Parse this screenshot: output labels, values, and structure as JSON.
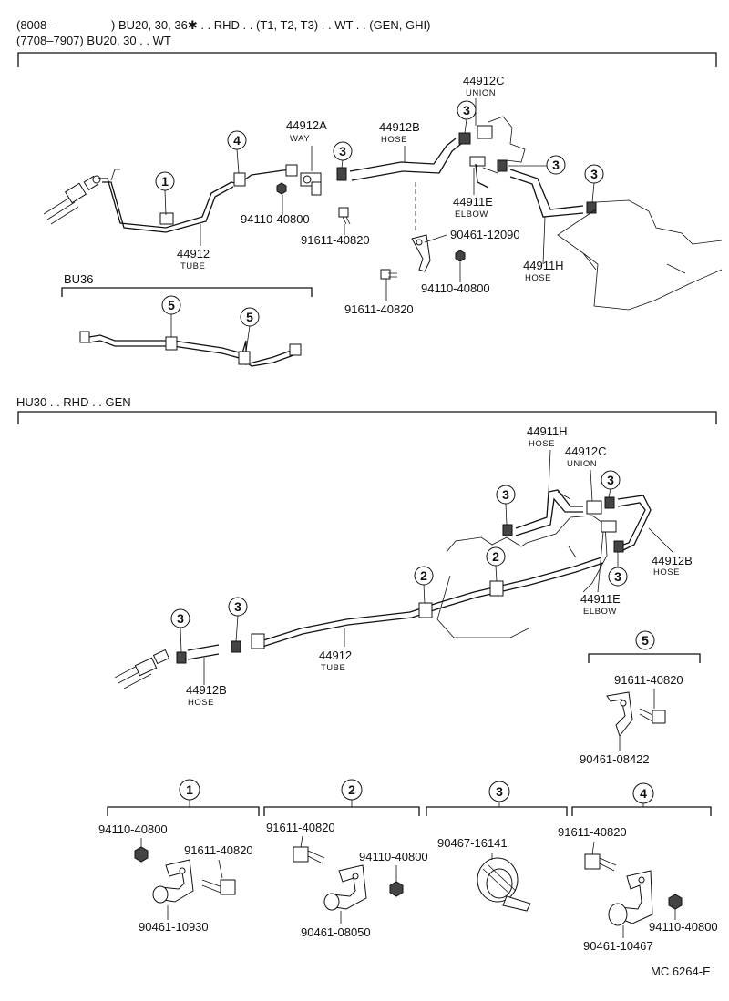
{
  "header": {
    "line1_prefix": "(8008–",
    "line1_rest": ") BU20, 30, 36✱ . . RHD . . (T1, T2, T3) . . WT . . (GEN, GHI)",
    "line2": "(7708–7907) BU20, 30 . . WT"
  },
  "upper": {
    "labels": {
      "p44912A": "44912A",
      "way": "WAY",
      "p44912B": "44912B",
      "hose_b": "HOSE",
      "p44912C": "44912C",
      "union": "UNION",
      "p44911E": "44911E",
      "elbow": "ELBOW",
      "p44911H": "44911H",
      "hose_h": "HOSE",
      "p44912": "44912",
      "tube": "TUBE",
      "nut1": "94110-40800",
      "bolt1": "91611-40820",
      "clamp": "90461-12090",
      "nut2": "94110-40800",
      "bolt2": "91611-40820"
    },
    "callouts": {
      "c1": "1",
      "c4": "4",
      "c3a": "3",
      "c3b": "3",
      "c3c": "3",
      "c3d": "3"
    }
  },
  "bu36": {
    "title": "BU36",
    "callouts": {
      "c5a": "5",
      "c5b": "5"
    }
  },
  "lower": {
    "title": "HU30 . . RHD . . GEN",
    "labels": {
      "p44911H": "44911H",
      "hose_h": "HOSE",
      "p44912C": "44912C",
      "union": "UNION",
      "p44912B_r": "44912B",
      "hose_br": "HOSE",
      "p44911E": "44911E",
      "elbow": "ELBOW",
      "p44912": "44912",
      "tube": "TUBE",
      "p44912B_l": "44912B",
      "hose_bl": "HOSE"
    },
    "callouts": {
      "c3a": "3",
      "c3b": "3",
      "c3c": "3",
      "c3d": "3",
      "c3e": "3",
      "c2a": "2",
      "c2b": "2"
    }
  },
  "detail5": {
    "callout": "5",
    "bolt": "91611-40820",
    "clamp": "90461-08422"
  },
  "details": [
    {
      "callout": "1",
      "nut": "94110-40800",
      "bolt": "91611-40820",
      "clamp": "90461-10930"
    },
    {
      "callout": "2",
      "bolt": "91611-40820",
      "nut": "94110-40800",
      "clamp": "90461-08050"
    },
    {
      "callout": "3",
      "clip": "90467-16141"
    },
    {
      "callout": "4",
      "bolt": "91611-40820",
      "nut": "94110-40800",
      "clamp": "90461-10467"
    }
  ],
  "footer": {
    "code": "MC 6264-E"
  }
}
